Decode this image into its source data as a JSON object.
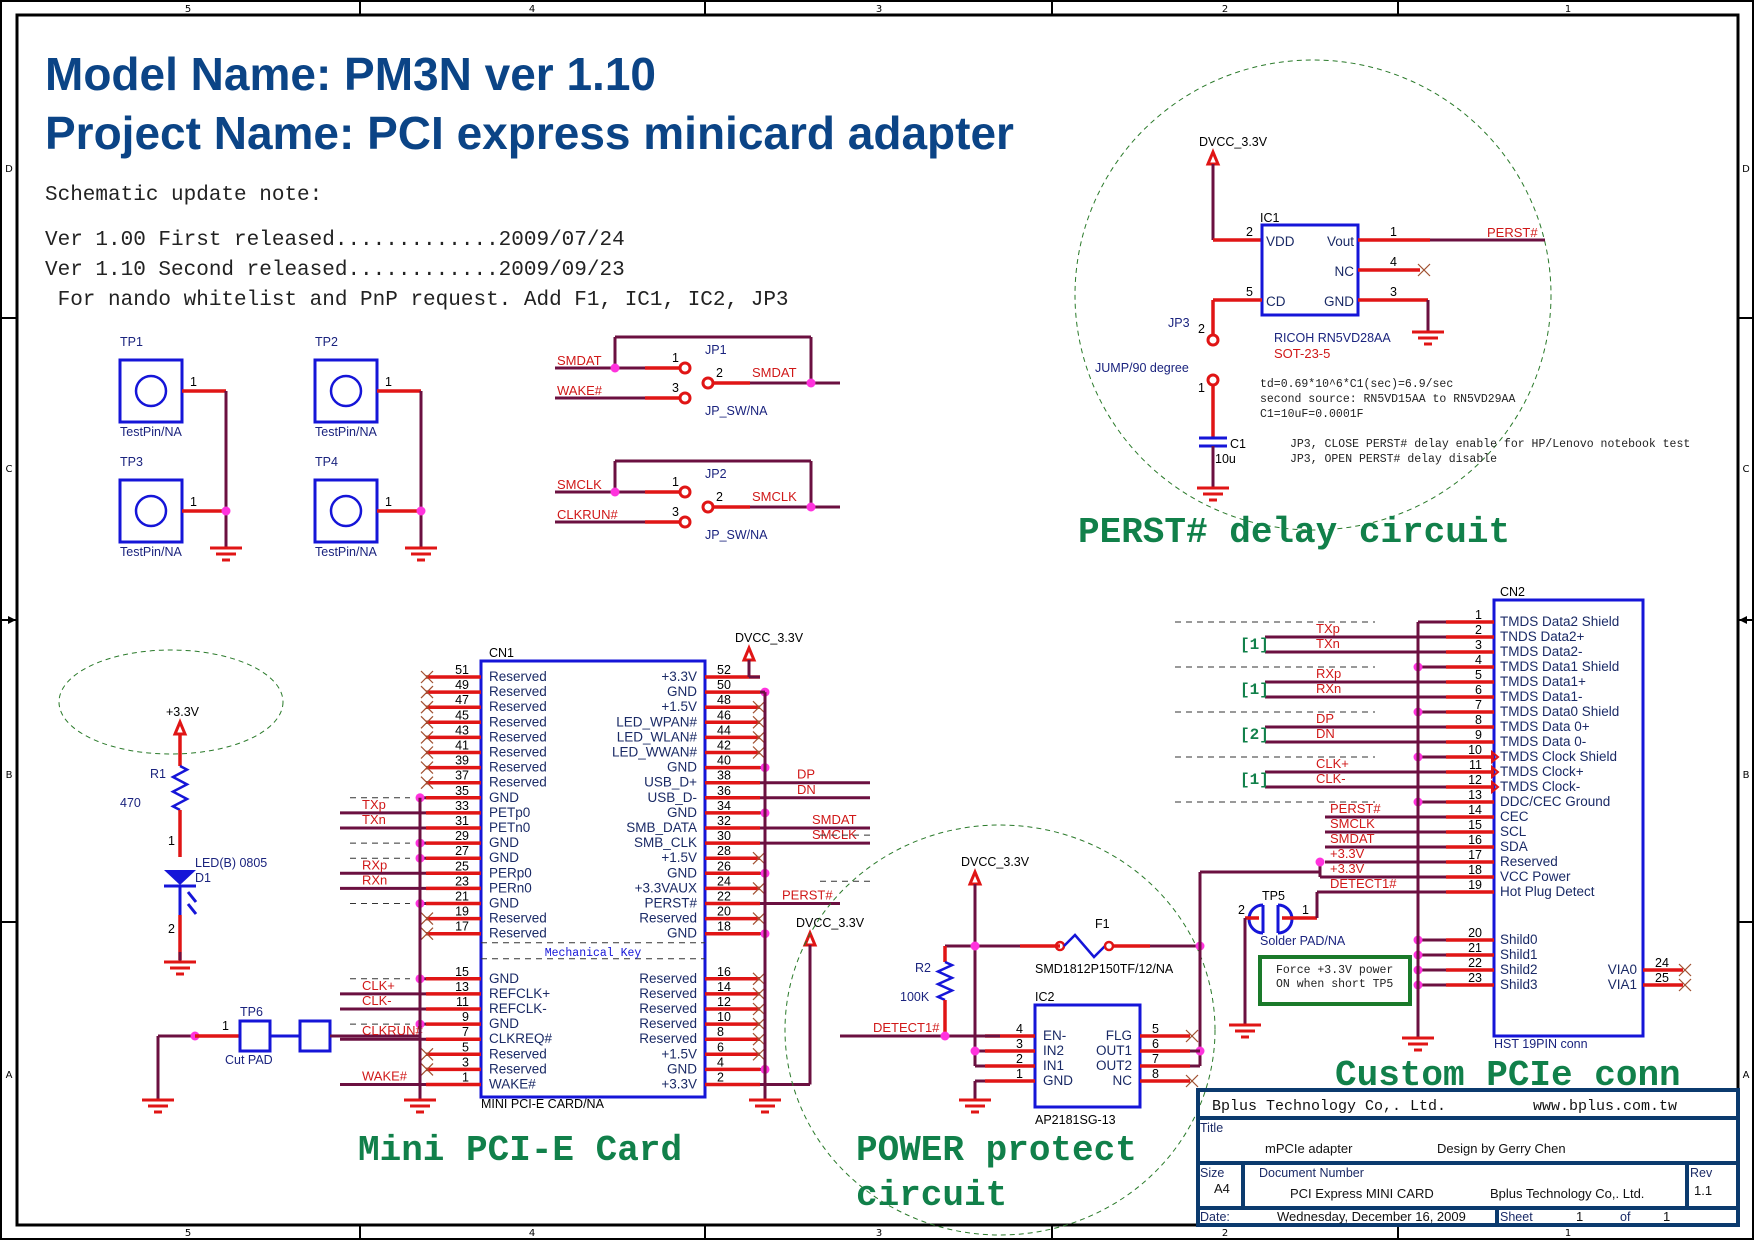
{
  "border": {
    "columns": [
      "5",
      "4",
      "3",
      "2",
      "1"
    ],
    "rows": [
      "D",
      "C",
      "B",
      "A"
    ]
  },
  "header": {
    "model_name": "Model Name: PM3N ver 1.10",
    "project_name": "Project Name: PCI express minicard adapter",
    "update_title": "Schematic update note:",
    "notes": [
      "Ver 1.00 First released.............2009/07/24",
      "Ver 1.10 Second released............2009/09/23",
      " For nando whitelist and PnP request. Add F1, IC1, IC2, JP3"
    ]
  },
  "testpins": [
    {
      "ref": "TP1",
      "value": "TestPin/NA",
      "pin": "1"
    },
    {
      "ref": "TP2",
      "value": "TestPin/NA",
      "pin": "1"
    },
    {
      "ref": "TP3",
      "value": "TestPin/NA",
      "pin": "1"
    },
    {
      "ref": "TP4",
      "value": "TestPin/NA",
      "pin": "1"
    }
  ],
  "jumpers": [
    {
      "ref": "JP1",
      "value": "JP_SW/NA",
      "net1": "SMDAT",
      "net3": "WAKE#",
      "net2": "SMDAT",
      "pins": [
        "1",
        "2",
        "3"
      ]
    },
    {
      "ref": "JP2",
      "value": "JP_SW/NA",
      "net1": "SMCLK",
      "net3": "CLKRUN#",
      "net2": "SMCLK",
      "pins": [
        "1",
        "2",
        "3"
      ]
    }
  ],
  "perst_circuit": {
    "title": "PERST# delay circuit",
    "power": "DVCC_3.3V",
    "ic": {
      "ref": "IC1",
      "part": "RICOH RN5VD28AA",
      "package": "SOT-23-5",
      "pins": [
        {
          "num": "2",
          "name": "VDD"
        },
        {
          "num": "5",
          "name": "CD"
        },
        {
          "num": "1",
          "name": "Vout"
        },
        {
          "num": "4",
          "name": "NC"
        },
        {
          "num": "3",
          "name": "GND"
        }
      ]
    },
    "out_net": "PERST#",
    "jumper": {
      "ref": "JP3",
      "value": "JUMP/90 degree",
      "pins": [
        "2",
        "1"
      ]
    },
    "cap": {
      "ref": "C1",
      "value": "10u"
    },
    "notes": [
      "td=0.69*10^6*C1(sec)=6.9/sec",
      "  second source: RN5VD15AA to RN5VD29AA",
      "  C1=10uF=0.0001F",
      "JP3, CLOSE PERST# delay enable for HP/Lenovo notebook test",
      "JP3, OPEN  PERST# delay disable"
    ]
  },
  "led_circuit": {
    "power": "+3.3V",
    "resistor": {
      "ref": "R1",
      "value": "470"
    },
    "led": {
      "ref": "D1",
      "value": "LED(B) 0805",
      "pins": [
        "1",
        "2"
      ]
    }
  },
  "cut_pad": {
    "ref": "TP6",
    "value": "Cut PAD",
    "pin": "1"
  },
  "cn1": {
    "ref": "CN1",
    "value": "MINI PCI-E CARD/NA",
    "title": "Mini PCI-E Card",
    "power": "DVCC_3.3V",
    "mech_key": "Mechanical Key",
    "left_top": [
      {
        "num": "51",
        "name": "Reserved",
        "nc": true
      },
      {
        "num": "49",
        "name": "Reserved",
        "nc": true
      },
      {
        "num": "47",
        "name": "Reserved",
        "nc": true
      },
      {
        "num": "45",
        "name": "Reserved",
        "nc": true
      },
      {
        "num": "43",
        "name": "Reserved",
        "nc": true
      },
      {
        "num": "41",
        "name": "Reserved",
        "nc": true
      },
      {
        "num": "39",
        "name": "Reserved",
        "nc": true
      },
      {
        "num": "37",
        "name": "Reserved",
        "nc": true
      },
      {
        "num": "35",
        "name": "GND",
        "gnd": true
      },
      {
        "num": "33",
        "name": "PETp0",
        "net": "TXp"
      },
      {
        "num": "31",
        "name": "PETn0",
        "net": "TXn"
      },
      {
        "num": "29",
        "name": "GND",
        "gnd": true
      },
      {
        "num": "27",
        "name": "GND",
        "gnd": true
      },
      {
        "num": "25",
        "name": "PERp0",
        "net": "RXp"
      },
      {
        "num": "23",
        "name": "PERn0",
        "net": "RXn"
      },
      {
        "num": "21",
        "name": "GND",
        "gnd": true
      },
      {
        "num": "19",
        "name": "Reserved",
        "nc": true
      },
      {
        "num": "17",
        "name": "Reserved",
        "nc": true
      }
    ],
    "right_top": [
      {
        "num": "52",
        "name": "+3.3V"
      },
      {
        "num": "50",
        "name": "GND",
        "gnd": true
      },
      {
        "num": "48",
        "name": "+1.5V",
        "nc": true
      },
      {
        "num": "46",
        "name": "LED_WPAN#",
        "nc": true
      },
      {
        "num": "44",
        "name": "LED_WLAN#",
        "nc": true
      },
      {
        "num": "42",
        "name": "LED_WWAN#",
        "nc": true
      },
      {
        "num": "40",
        "name": "GND",
        "gnd": true
      },
      {
        "num": "38",
        "name": "USB_D+",
        "net": "DP"
      },
      {
        "num": "36",
        "name": "USB_D-",
        "net": "DN"
      },
      {
        "num": "34",
        "name": "GND",
        "gnd": true
      },
      {
        "num": "32",
        "name": "SMB_DATA",
        "net": "SMDAT"
      },
      {
        "num": "30",
        "name": "SMB_CLK",
        "net": "SMCLK"
      },
      {
        "num": "28",
        "name": "+1.5V",
        "nc": true
      },
      {
        "num": "26",
        "name": "GND",
        "gnd": true
      },
      {
        "num": "24",
        "name": "+3.3VAUX",
        "nc": true
      },
      {
        "num": "22",
        "name": "PERST#",
        "net": "PERST#"
      },
      {
        "num": "20",
        "name": "Reserved",
        "nc": true
      },
      {
        "num": "18",
        "name": "GND",
        "gnd": true
      }
    ],
    "left_bot": [
      {
        "num": "15",
        "name": "GND",
        "gnd": true
      },
      {
        "num": "13",
        "name": "REFCLK+",
        "net": "CLK+"
      },
      {
        "num": "11",
        "name": "REFCLK-",
        "net": "CLK-"
      },
      {
        "num": "9",
        "name": "GND",
        "gnd": true
      },
      {
        "num": "7",
        "name": "CLKREQ#",
        "net": "CLKRUN#"
      },
      {
        "num": "5",
        "name": "Reserved",
        "nc": true
      },
      {
        "num": "3",
        "name": "Reserved",
        "nc": true
      },
      {
        "num": "1",
        "name": "WAKE#",
        "net": "WAKE#"
      }
    ],
    "right_bot": [
      {
        "num": "16",
        "name": "Reserved",
        "nc": true
      },
      {
        "num": "14",
        "name": "Reserved",
        "nc": true
      },
      {
        "num": "12",
        "name": "Reserved",
        "nc": true
      },
      {
        "num": "10",
        "name": "Reserved",
        "nc": true
      },
      {
        "num": "8",
        "name": "Reserved",
        "nc": true
      },
      {
        "num": "6",
        "name": "+1.5V",
        "nc": true
      },
      {
        "num": "4",
        "name": "GND",
        "gnd": true
      },
      {
        "num": "2",
        "name": "+3.3V"
      }
    ],
    "power2": "DVCC_3.3V"
  },
  "power_circuit": {
    "title_line1": "POWER protect",
    "title_line2": "circuit",
    "power": "DVCC_3.3V",
    "resistor": {
      "ref": "R2",
      "value": "100K"
    },
    "fuse": {
      "ref": "F1",
      "value": "SMD1812P150TF/12/NA"
    },
    "detect_net": "DETECT1#",
    "ic": {
      "ref": "IC2",
      "part": "AP2181SG-13",
      "left": [
        {
          "num": "4",
          "name": "EN-"
        },
        {
          "num": "3",
          "name": "IN2"
        },
        {
          "num": "2",
          "name": "IN1"
        },
        {
          "num": "1",
          "name": "GND"
        }
      ],
      "right": [
        {
          "num": "5",
          "name": "FLG"
        },
        {
          "num": "6",
          "name": "OUT1"
        },
        {
          "num": "7",
          "name": "OUT2"
        },
        {
          "num": "8",
          "name": "NC"
        }
      ]
    }
  },
  "cn2": {
    "ref": "CN2",
    "value": "HST 19PIN conn",
    "title": "Custom PCIe conn",
    "pins": [
      {
        "num": "1",
        "name": "TMDS Data2 Shield",
        "gnd": true
      },
      {
        "num": "2",
        "name": "TNDS Data2+",
        "net": "TXp"
      },
      {
        "num": "3",
        "name": "TMDS Data2-",
        "net": "TXn"
      },
      {
        "num": "4",
        "name": "TMDS Data1 Shield",
        "gnd": true
      },
      {
        "num": "5",
        "name": "TMDS Data1+",
        "net": "RXp"
      },
      {
        "num": "6",
        "name": "TMDS Data1-",
        "net": "RXn"
      },
      {
        "num": "7",
        "name": "TMDS Data0 Shield",
        "gnd": true
      },
      {
        "num": "8",
        "name": "TMDS Data 0+",
        "net": "DP"
      },
      {
        "num": "9",
        "name": "TMDS Data 0-",
        "net": "DN"
      },
      {
        "num": "10",
        "name": "TMDS Clock Shield",
        "gnd": true
      },
      {
        "num": "11",
        "name": "TMDS Clock+",
        "net": "CLK+"
      },
      {
        "num": "12",
        "name": "TMDS Clock-",
        "net": "CLK-"
      },
      {
        "num": "13",
        "name": "DDC/CEC Ground",
        "gnd": true
      },
      {
        "num": "14",
        "name": "CEC",
        "net": "PERST#"
      },
      {
        "num": "15",
        "name": "SCL",
        "net": "SMCLK"
      },
      {
        "num": "16",
        "name": "SDA",
        "net": "SMDAT"
      },
      {
        "num": "17",
        "name": "Reserved",
        "net": "+3.3V"
      },
      {
        "num": "18",
        "name": "VCC Power",
        "net": "+3.3V"
      },
      {
        "num": "19",
        "name": "Hot Plug Detect",
        "net": "DETECT1#"
      }
    ],
    "groups": [
      "[1]",
      "[1]",
      "[2]",
      "[1]"
    ],
    "shields": [
      {
        "num": "20",
        "name": "Shild0"
      },
      {
        "num": "21",
        "name": "Shild1"
      },
      {
        "num": "22",
        "name": "Shild2"
      },
      {
        "num": "23",
        "name": "Shild3"
      }
    ],
    "vias": [
      {
        "num": "24",
        "name": "VIA0"
      },
      {
        "num": "25",
        "name": "VIA1"
      }
    ],
    "solder_pad": {
      "ref": "TP5",
      "value": "Solder PAD/NA",
      "pins": [
        "2",
        "1"
      ]
    },
    "note_line1": "Force +3.3V power",
    "note_line2": "ON when short TP5"
  },
  "title_block": {
    "company": "Bplus Technology Co,. Ltd.",
    "url": "www.bplus.com.tw",
    "title_label": "Title",
    "title": "mPCIe adapter",
    "designer": "Design by Gerry Chen",
    "size_label": "Size",
    "size": "A4",
    "docnum_label": "Document Number",
    "docnum": "PCI Express MINI CARD",
    "doc_company": "Bplus Technology Co,. Ltd.",
    "rev_label": "Rev",
    "rev": "1.1",
    "date_label": "Date:",
    "date": "Wednesday, December 16, 2009",
    "sheet_label": "Sheet",
    "sheet": "1",
    "of_label": "of",
    "sheets": "1"
  }
}
